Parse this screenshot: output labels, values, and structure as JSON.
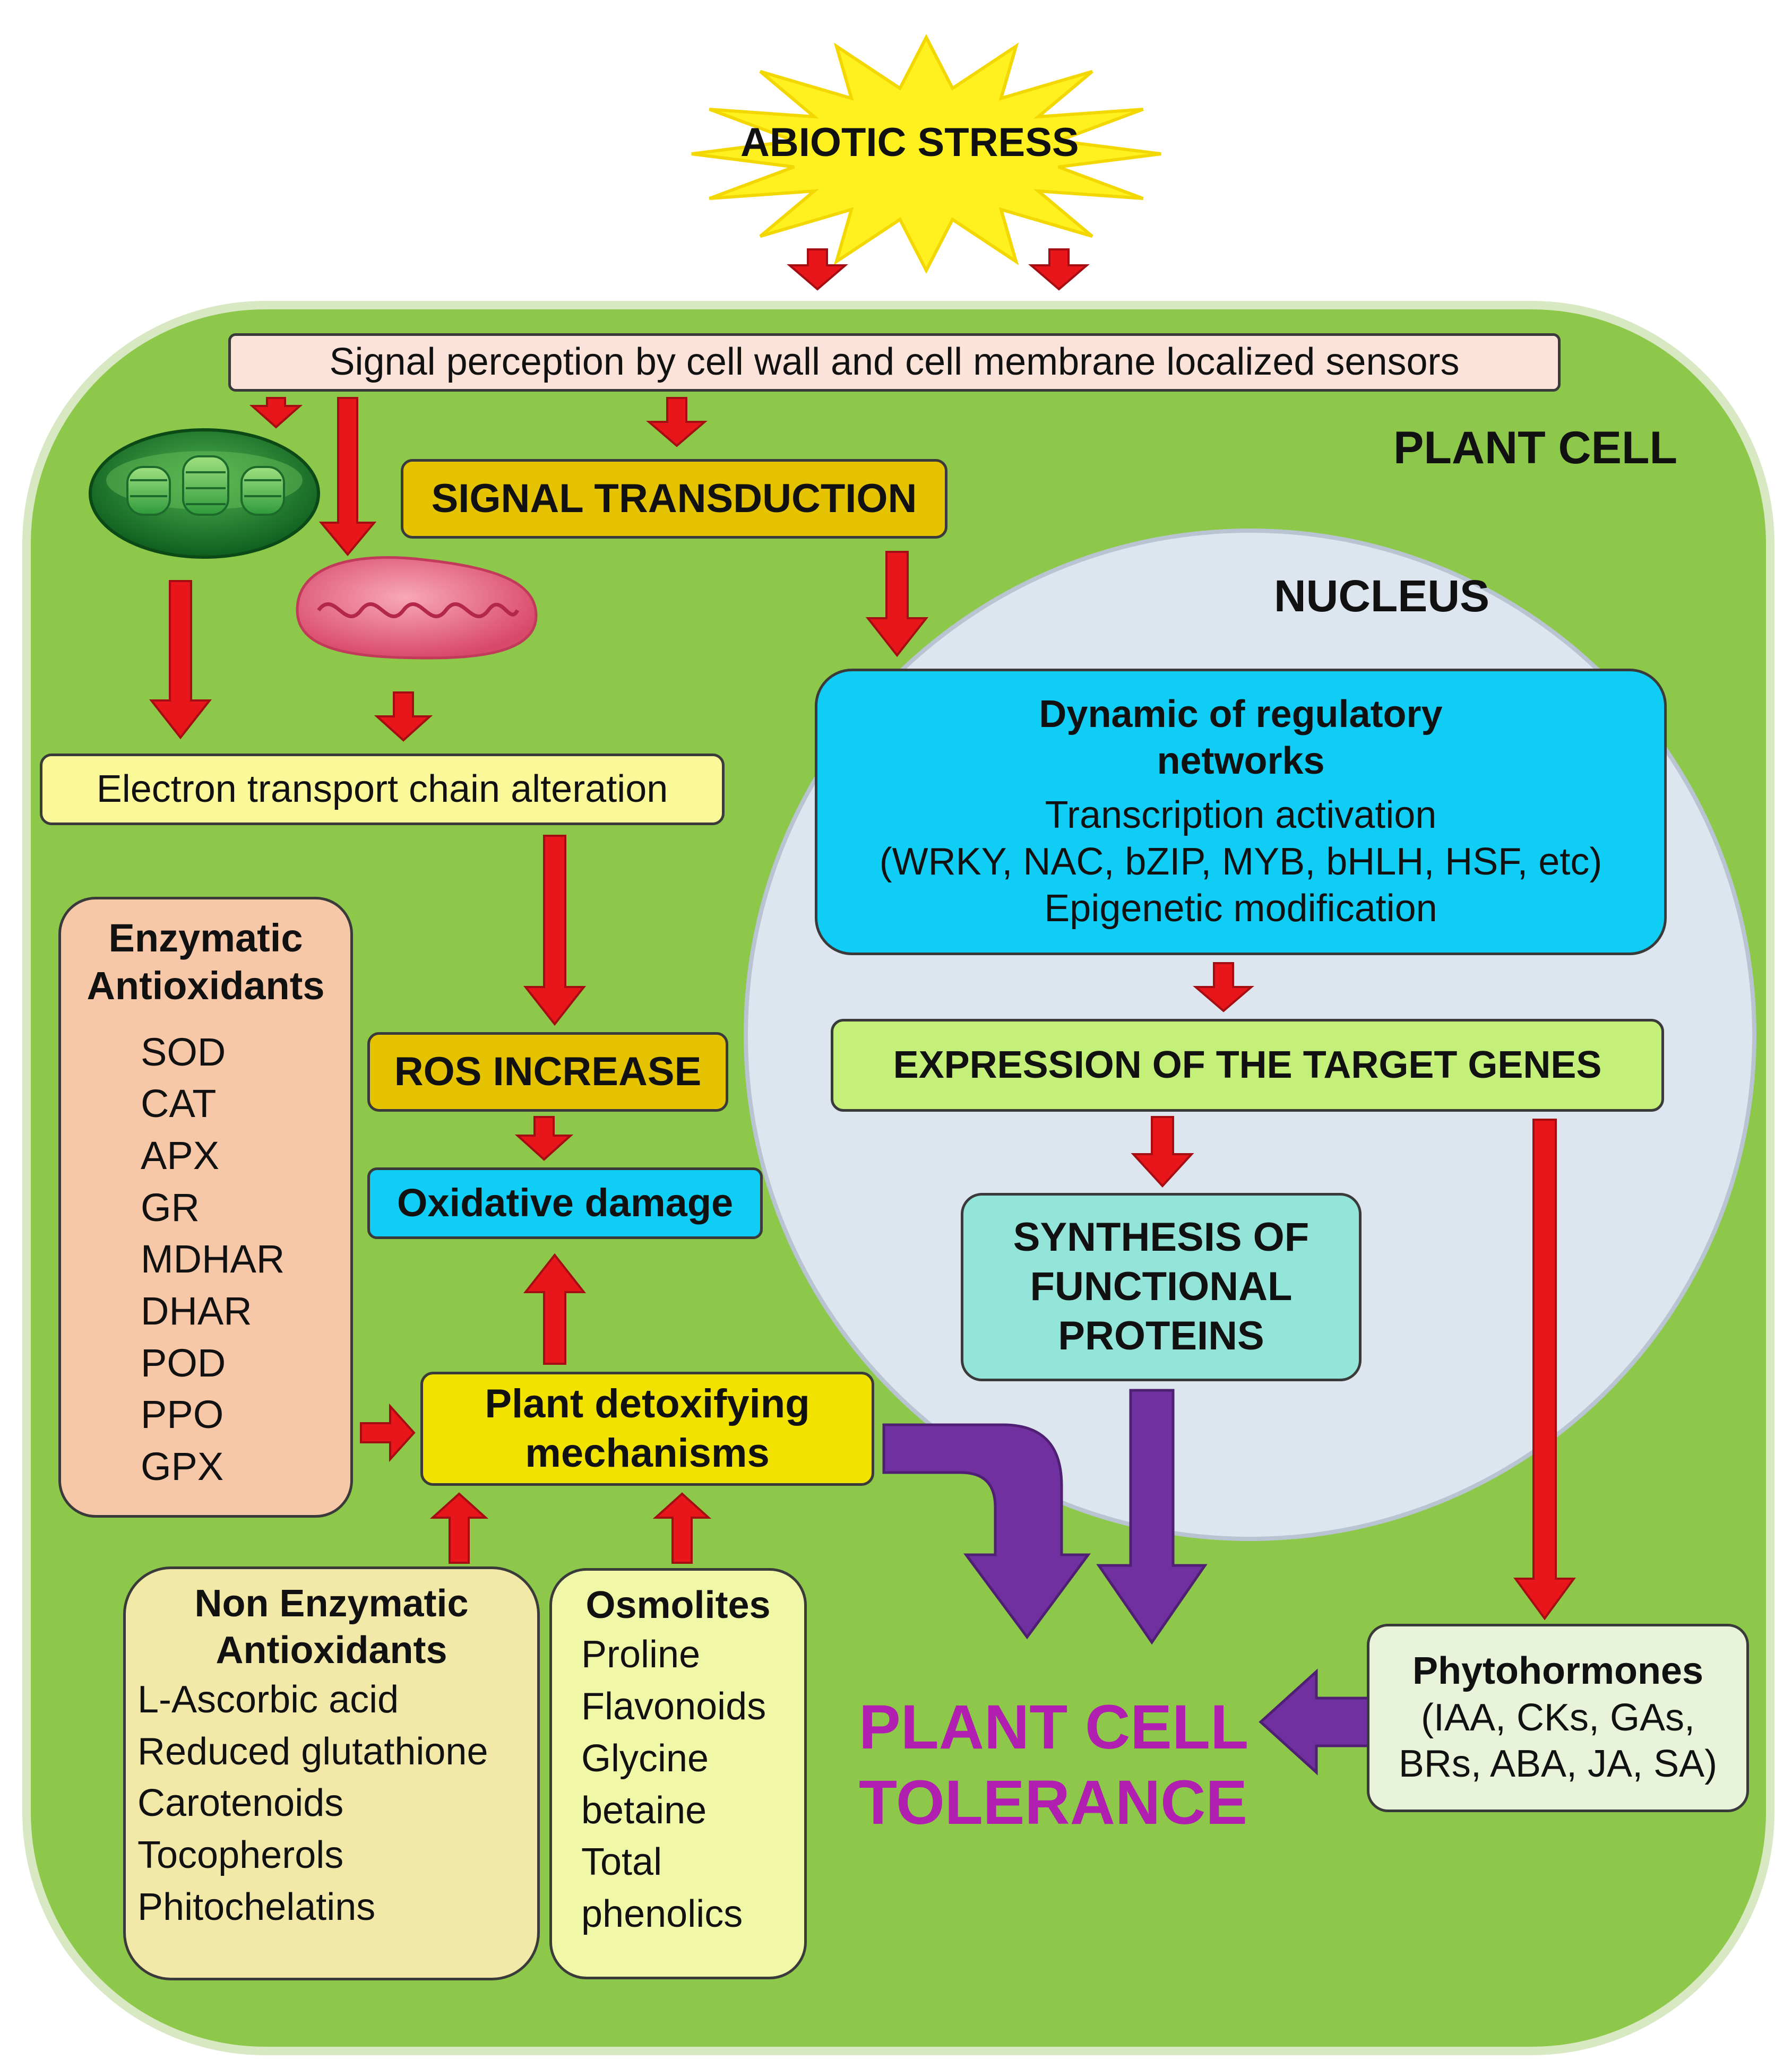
{
  "abiotic_stress": "ABIOTIC STRESS",
  "plant_cell": "PLANT CELL",
  "nucleus": "NUCLEUS",
  "signal_perception": "Signal perception by cell wall and cell membrane localized sensors",
  "signal_transduction": "SIGNAL TRANSDUCTION",
  "electron_transport": "Electron transport chain alteration",
  "ros_increase": "ROS INCREASE",
  "oxidative_damage": "Oxidative damage",
  "detox": {
    "line1": "Plant detoxifying",
    "line2": "mechanisms"
  },
  "regulatory": {
    "title1": "Dynamic of regulatory",
    "title2": "networks",
    "line1": "Transcription activation",
    "line2": "(WRKY, NAC, bZIP, MYB, bHLH, HSF, etc)",
    "line3": "Epigenetic modification"
  },
  "expression": "EXPRESSION OF THE TARGET GENES",
  "synthesis": {
    "line1": "SYNTHESIS OF",
    "line2": "FUNCTIONAL",
    "line3": "PROTEINS"
  },
  "enzymatic": {
    "title1": "Enzymatic",
    "title2": "Antioxidants",
    "items": [
      "SOD",
      "CAT",
      "APX",
      "GR",
      "MDHAR",
      "DHAR",
      "POD",
      "PPO",
      "GPX"
    ]
  },
  "non_enzymatic": {
    "title1": "Non Enzymatic",
    "title2": "Antioxidants",
    "items": [
      "L-Ascorbic acid",
      "Reduced glutathione",
      "Carotenoids",
      "Tocopherols",
      "Phitochelatins"
    ]
  },
  "osmolites": {
    "title": "Osmolites",
    "items": [
      "Proline",
      "Flavonoids",
      "Glycine",
      "betaine",
      "Total",
      "phenolics"
    ]
  },
  "phytohormones": {
    "title": "Phytohormones",
    "line1": "(IAA, CKs, GAs,",
    "line2": "BRs, ABA, JA, SA)"
  },
  "tolerance": {
    "line1": "PLANT CELL",
    "line2": "TOLERANCE"
  },
  "colors": {
    "cell": "#8dc84b",
    "nucleus": "#dde5ef",
    "star": "#fff01f",
    "red_arrow": "#e8151b",
    "purple_arrow": "#7030a0",
    "tolerance_text": "#b01fb0",
    "cyan_box": "#0fcdf4",
    "gold_box": "#e6c300",
    "yellow_box": "#fbf89a",
    "peach_box": "#f7c8a8",
    "cream_box": "#f2e9a8"
  }
}
